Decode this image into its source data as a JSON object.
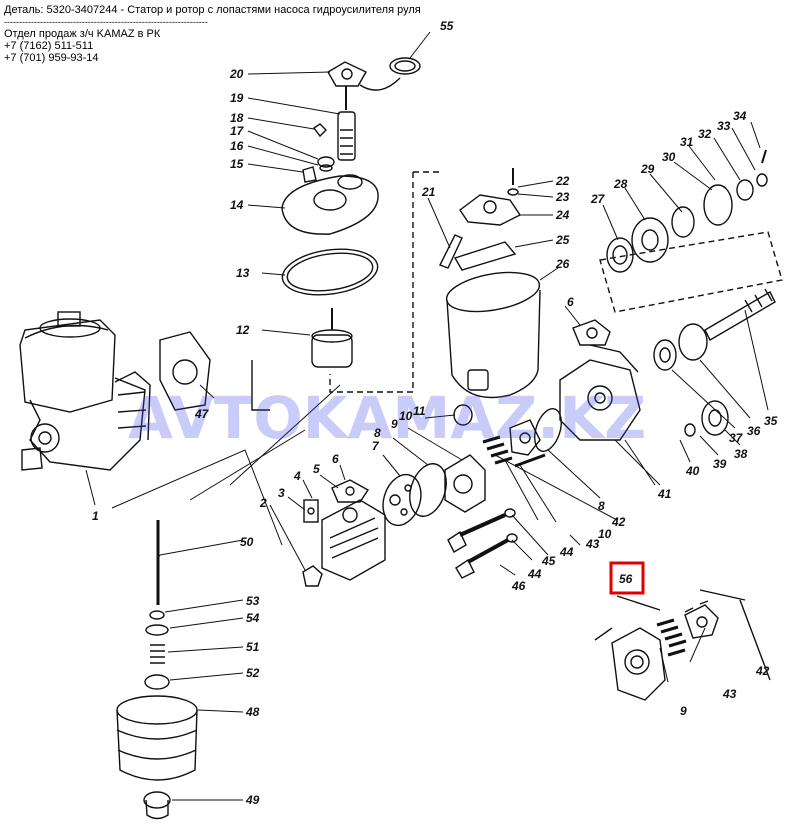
{
  "header": {
    "line1": "Деталь: 5320-3407244 - Статор и ротор с лопастями насоса гидроусилителя руля",
    "divider": "--------------------------------------------------------------------",
    "line2": "Отдел продаж з/ч KAMAZ в РК",
    "line3": "+7 (7162) 511-511",
    "line4": "+7 (701) 959-93-14"
  },
  "watermark": "AVTOKAMAZ.KZ",
  "highlight_color": "#e00000",
  "callouts": [
    "1",
    "2",
    "3",
    "4",
    "5",
    "6",
    "6",
    "7",
    "8",
    "8",
    "9",
    "9",
    "10",
    "10",
    "11",
    "12",
    "13",
    "14",
    "15",
    "16",
    "17",
    "18",
    "19",
    "20",
    "21",
    "22",
    "23",
    "24",
    "25",
    "26",
    "27",
    "28",
    "29",
    "30",
    "31",
    "32",
    "33",
    "34",
    "35",
    "36",
    "37",
    "38",
    "39",
    "40",
    "41",
    "42",
    "42",
    "43",
    "43",
    "44",
    "44",
    "45",
    "46",
    "47",
    "48",
    "49",
    "50",
    "51",
    "52",
    "53",
    "54",
    "55",
    "56"
  ]
}
